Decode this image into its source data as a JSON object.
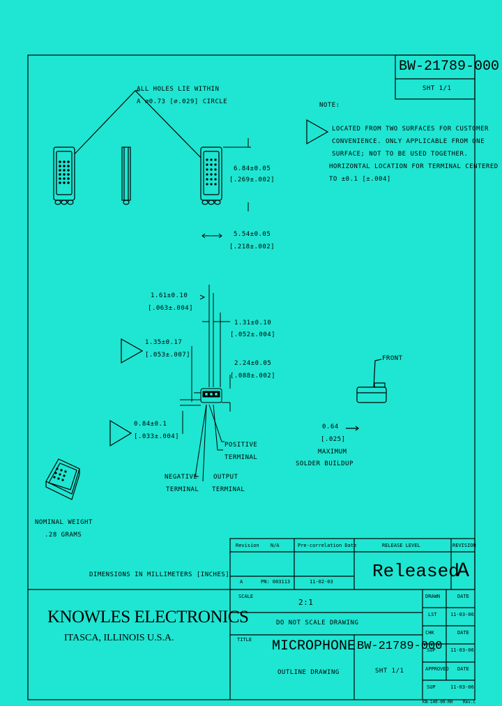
{
  "title_box": {
    "drawing_number": "BW-21789-000",
    "sheet": "SHT 1/1"
  },
  "notes": {
    "heading": "NOTE:",
    "lines": [
      "LOCATED FROM TWO SURFACES FOR CUSTOMER",
      "CONVENIENCE. ONLY APPLICABLE FROM ONE",
      "SURFACE; NOT TO BE USED TOGETHER.",
      "HORIZONTAL LOCATION FOR TERMINAL CENTERED",
      "TO ±0.1 [±.004]"
    ]
  },
  "callouts": {
    "holes_line1": "ALL HOLES LIE WITHIN",
    "holes_line2": "A ⌀0.73 [⌀.029] CIRCLE",
    "width": "6.84±0.05",
    "width_in": "[.269±.002]",
    "height": "5.54±0.05",
    "height_in": "[.218±.002]",
    "d1": "1.61±0.10",
    "d1_in": "[.063±.004]",
    "d2": "1.31±0.10",
    "d2_in": "[.052±.004]",
    "d3": "1.35±0.17",
    "d3_in": "[.053±.007]",
    "d4": "2.24±0.05",
    "d4_in": "[.088±.002]",
    "d5": "0.84±0.1",
    "d5_in": "[.033±.004]",
    "front": "FRONT",
    "solder_1": "0.64",
    "solder_2": "[.025]",
    "solder_3": "MAXIMUM",
    "solder_4": "SOLDER BUILDUP",
    "pos_1": "POSITIVE",
    "pos_2": "TERMINAL",
    "neg_1": "NEGATIVE",
    "neg_2": "TERMINAL",
    "out_1": "OUTPUT",
    "out_2": "TERMINAL",
    "weight_1": "NOMINAL WEIGHT",
    "weight_2": ".28 GRAMS",
    "dimensions": "DIMENSIONS IN MILLIMETERS [INCHES]"
  },
  "revision_block": {
    "revision_label": "Revision",
    "revision_code": "N/A",
    "date_label": "Pre-correlation Date",
    "rev_row": "A",
    "rev_ecn": "PN: 003113",
    "rev_date": "11-02-03",
    "release_label": "RELEASE LEVEL",
    "release_value": "Released",
    "rev_letter_label": "REVISION",
    "rev_letter": "A"
  },
  "company": {
    "name": "KNOWLES ELECTRONICS",
    "location": "ITASCA, ILLINOIS U.S.A."
  },
  "title_block": {
    "scale_label": "SCALE",
    "scale": "2:1",
    "do_not_scale": "DO NOT SCALE DRAWING",
    "title_label": "TITLE",
    "title": "MICROPHONE",
    "subtitle": "OUTLINE DRAWING",
    "drawing_number": "BW-21789-000",
    "sheet": "SHT 1/1",
    "rows": [
      {
        "label": "DRAWN",
        "date_label": "DATE",
        "date": ""
      },
      {
        "label": "LST",
        "date_label": "",
        "date": "11-03-06"
      },
      {
        "label": "CHK",
        "date_label": "DATE",
        "date": ""
      },
      {
        "label": "SUP",
        "date_label": "",
        "date": "11-03-06"
      },
      {
        "label": "APPROVED",
        "date_label": "DATE",
        "date": ""
      },
      {
        "label": "SUP",
        "date_label": "",
        "date": "11-03-06"
      }
    ],
    "footer_left": "KN-140-00-RH",
    "footer_right": "Rev.C"
  },
  "colors": {
    "background": "#1ee6d2",
    "ink": "#000000"
  }
}
